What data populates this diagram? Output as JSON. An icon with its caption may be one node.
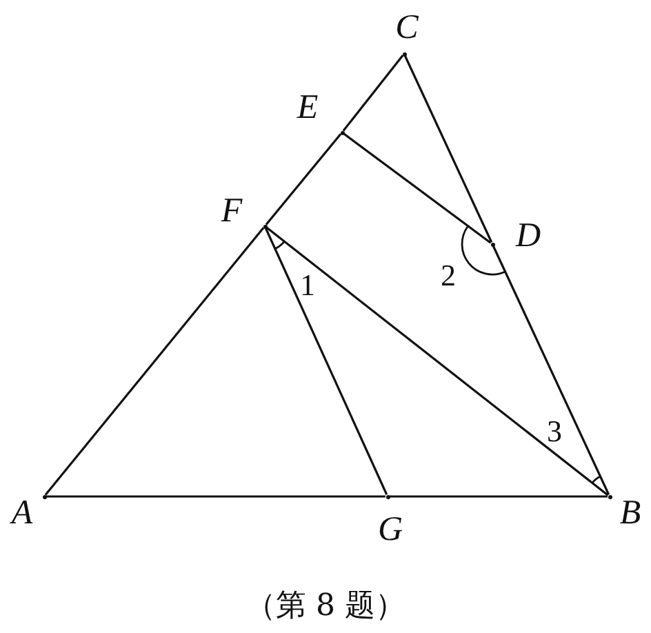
{
  "diagram": {
    "caption": "（第 8 题）",
    "nodes": [
      {
        "text": [],
        "shape": "point",
        "beside": [
          "C"
        ]
      },
      {
        "text": [],
        "shape": "point",
        "beside": [
          "E"
        ]
      },
      {
        "text": [],
        "shape": "point",
        "beside": [
          "F"
        ]
      },
      {
        "text": [],
        "shape": "point",
        "beside": [
          "D"
        ]
      },
      {
        "text": [],
        "shape": "point",
        "beside": [
          "A"
        ]
      },
      {
        "text": [],
        "shape": "point",
        "beside": [
          "G"
        ]
      },
      {
        "text": [],
        "shape": "point",
        "beside": [
          "B"
        ]
      }
    ],
    "edges": [
      {
        "from": 0,
        "to": 1,
        "arrow": "none"
      },
      {
        "from": 1,
        "to": 2,
        "arrow": "none"
      },
      {
        "from": 2,
        "to": 4,
        "arrow": "none"
      },
      {
        "from": 0,
        "to": 3,
        "arrow": "none"
      },
      {
        "from": 3,
        "to": 6,
        "arrow": "none"
      },
      {
        "from": 4,
        "to": 5,
        "arrow": "none"
      },
      {
        "from": 5,
        "to": 6,
        "arrow": "none"
      },
      {
        "from": 1,
        "to": 3,
        "arrow": "none"
      },
      {
        "from": 2,
        "to": 5,
        "arrow": "none"
      },
      {
        "from": 2,
        "to": 6,
        "arrow": "none"
      }
    ],
    "labels": [
      "1",
      "2",
      "3"
    ]
  }
}
